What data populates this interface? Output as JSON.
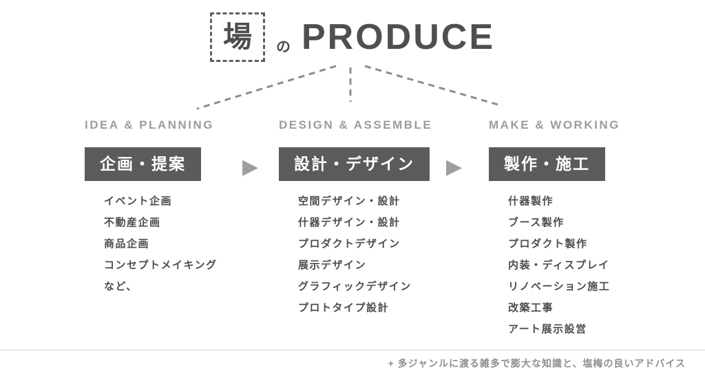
{
  "title": {
    "ba": "場",
    "no": "の",
    "produce": "PRODUCE"
  },
  "columns": [
    {
      "header": "IDEA & PLANNING",
      "box": "企画・提案",
      "items": [
        "イベント企画",
        "不動産企画",
        "商品企画",
        "コンセプトメイキング",
        "など、"
      ]
    },
    {
      "header": "DESIGN & ASSEMBLE",
      "box": "設計・デザイン",
      "items": [
        "空間デザイン・設計",
        "什器デザイン・設計",
        "プロダクトデザイン",
        "展示デザイン",
        "グラフィックデザイン",
        "プロトタイプ設計"
      ]
    },
    {
      "header": "MAKE & WORKING",
      "box": "製作・施工",
      "items": [
        "什器製作",
        "ブース製作",
        "プロダクト製作",
        "内装・ディスプレイ",
        "リノベーション施工",
        "改築工事",
        "アート展示設営"
      ]
    }
  ],
  "arrows": {
    "glyph": "▶"
  },
  "footer": {
    "note": "+ 多ジャンルに渡る雑多で膨大な知識と、塩梅の良いアドバイス"
  },
  "colors": {
    "dark_text": "#4d4d4d",
    "box_background": "#5b5b5b",
    "box_text": "#ffffff",
    "header_gray": "#9c9c9c",
    "dash_gray": "#8c8c8c",
    "footer_gray": "#8f8f8f"
  }
}
